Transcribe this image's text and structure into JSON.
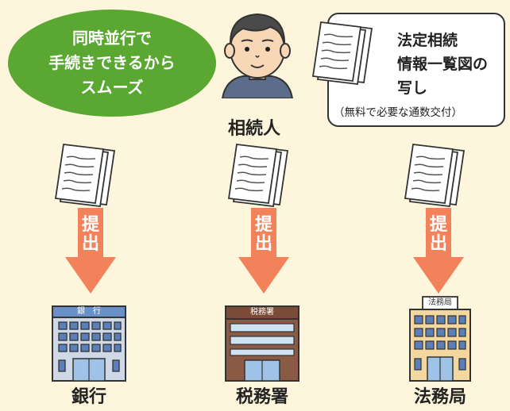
{
  "speech_oval": {
    "lines": [
      "同時並行で",
      "手続きできるから",
      "スムーズ"
    ]
  },
  "heir": {
    "label": "相続人"
  },
  "copy_callout": {
    "lines": [
      "法定相続",
      "情報一覧図の",
      "写し"
    ],
    "note": "（無料で必要な通数交付）"
  },
  "arrows": [
    {
      "text": [
        "提",
        "出"
      ]
    },
    {
      "text": [
        "提",
        "出"
      ]
    },
    {
      "text": [
        "提",
        "出"
      ]
    }
  ],
  "destinations": [
    {
      "label": "銀行",
      "sign": "銀　行"
    },
    {
      "label": "税務署",
      "sign": "税務署"
    },
    {
      "label": "法務局",
      "sign": "法務局"
    }
  ],
  "colors": {
    "background": "#fdf6dc",
    "oval_green": "#5aa832",
    "arrow_salmon": "#f2825a"
  }
}
